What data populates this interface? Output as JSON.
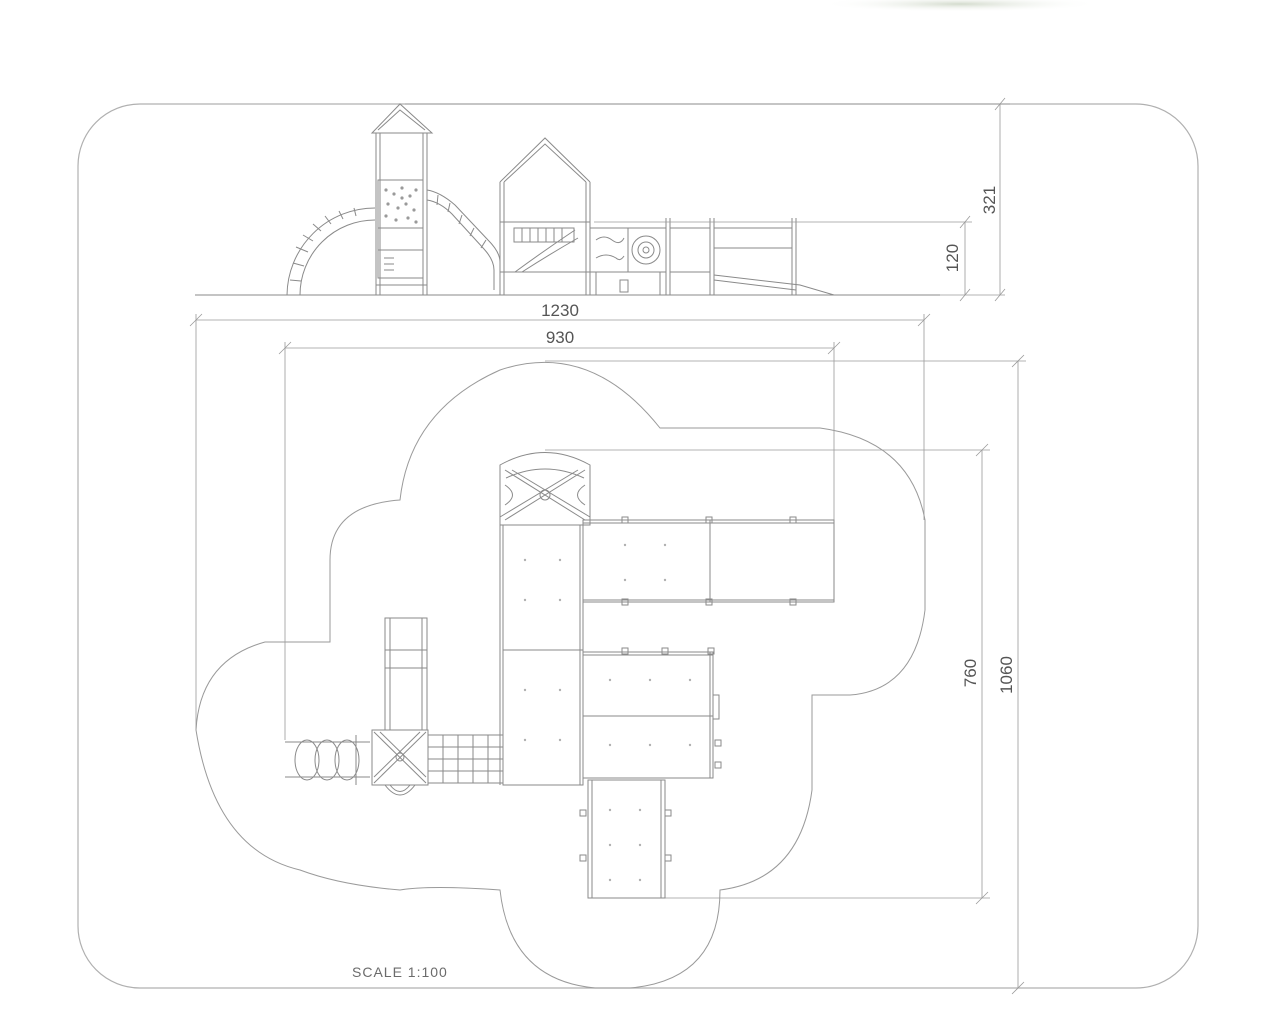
{
  "drawing": {
    "scale_label": "SCALE 1:100",
    "colors": {
      "line": "#8a8a8a",
      "dim": "#9a9a9a",
      "text": "#555555",
      "frame": "#b0b0b0"
    }
  },
  "elevation": {
    "height_total": "321",
    "height_platform": "120",
    "width_total": "1230"
  },
  "plan": {
    "width_total": "1230",
    "width_inner": "930",
    "depth_total": "1060",
    "depth_inner": "760"
  }
}
